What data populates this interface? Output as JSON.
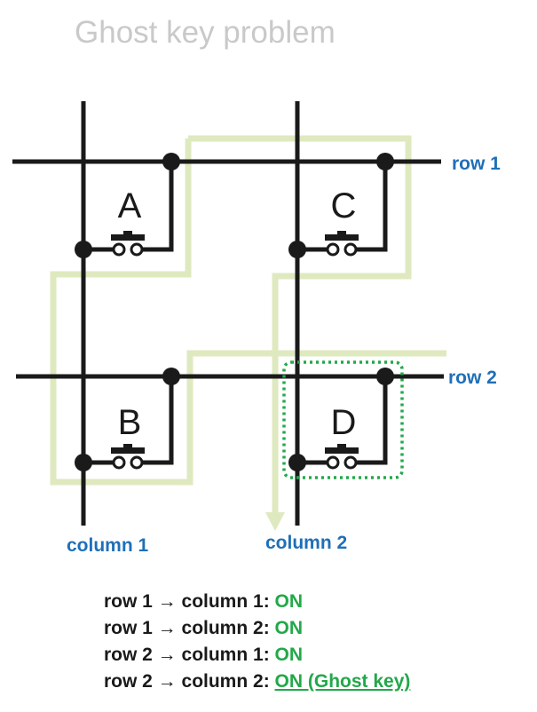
{
  "title": "Ghost key problem",
  "keys": [
    "A",
    "C",
    "B",
    "D"
  ],
  "rows": [
    "row 1",
    "row 2"
  ],
  "columns": [
    "column 1",
    "column 2"
  ],
  "status": [
    {
      "label": "row 1 → column 1: ",
      "value": "ON"
    },
    {
      "label": "row 1 → column 2: ",
      "value": "ON"
    },
    {
      "label": "row 2 → column 1: ",
      "value": "ON"
    },
    {
      "label": "row 2 → column 2: ",
      "value": "ON (Ghost key)"
    }
  ],
  "colors": {
    "wire": "#1a1a1a",
    "label_blue": "#1f6fb8",
    "on_green": "#22a84a",
    "current_path": "#dfe9bf",
    "title_gray": "#c9c9c9"
  }
}
